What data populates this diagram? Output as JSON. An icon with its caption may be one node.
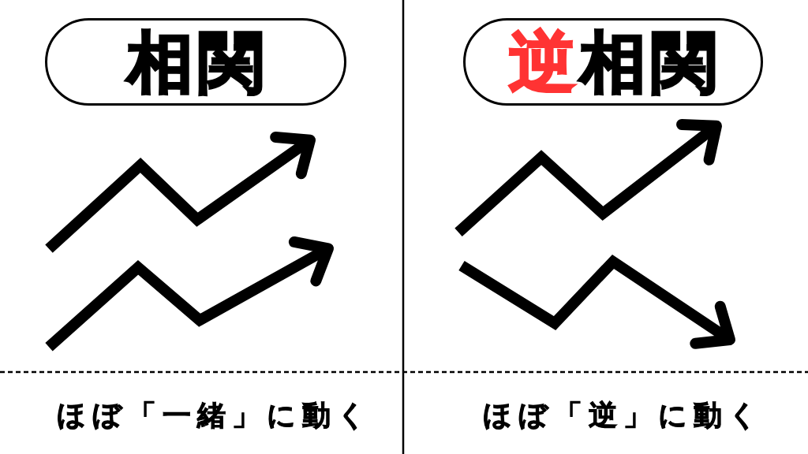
{
  "diagram": {
    "nodes": [
      {
        "text": [
          "相関"
        ]
      },
      {
        "text": [
          "**逆**相関"
        ]
      }
    ],
    "labels": [
      "ほぼ「一緒」に動く",
      "ほぼ「逆」に動く"
    ]
  }
}
